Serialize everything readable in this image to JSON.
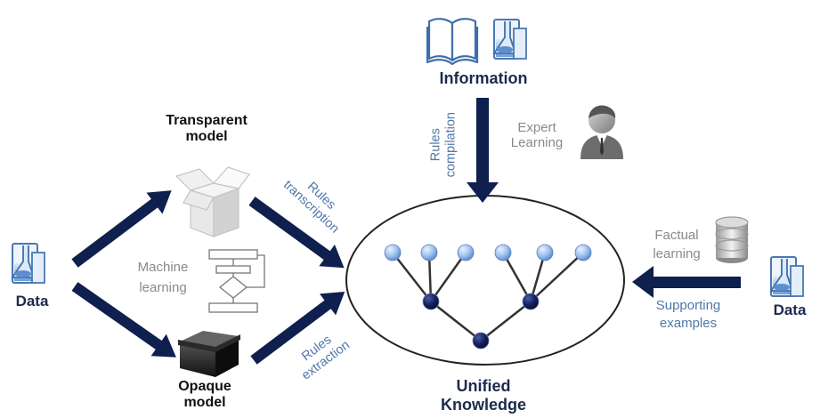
{
  "information": {
    "label": "Information",
    "icons": [
      "open-book-icon",
      "lab-beaker-icon"
    ]
  },
  "expert": {
    "line1": "Expert",
    "line2": "Learning",
    "icon": "person-bust-icon"
  },
  "rules_compilation": {
    "line1": "Rules",
    "line2": "compilation"
  },
  "transparent_model": {
    "line1": "Transparent",
    "line2": "model",
    "icon": "open-white-box-icon"
  },
  "opaque_model": {
    "line1": "Opaque",
    "line2": "model",
    "icon": "closed-black-box-icon"
  },
  "machine_learning": {
    "line1": "Machine",
    "line2": "learning",
    "icon": "flowchart-icon"
  },
  "rules_transcription": {
    "line1": "Rules",
    "line2": "transcription"
  },
  "rules_extraction": {
    "line1": "Rules",
    "line2": "extraction"
  },
  "data_left": {
    "label": "Data",
    "icon": "lab-beaker-icon"
  },
  "data_right": {
    "label": "Data",
    "icon": "lab-beaker-icon"
  },
  "factual": {
    "line1": "Factual",
    "line2": "learning",
    "icon": "database-icon"
  },
  "supporting": {
    "line1": "Supporting",
    "line2": "examples"
  },
  "unified_knowledge": {
    "line1": "Unified",
    "line2": "Knowledge"
  },
  "colors": {
    "arrow": "#0f1f4e",
    "blue_label": "#4f78a8",
    "node_light": "#9cc1ee",
    "node_dark": "#15205a"
  }
}
